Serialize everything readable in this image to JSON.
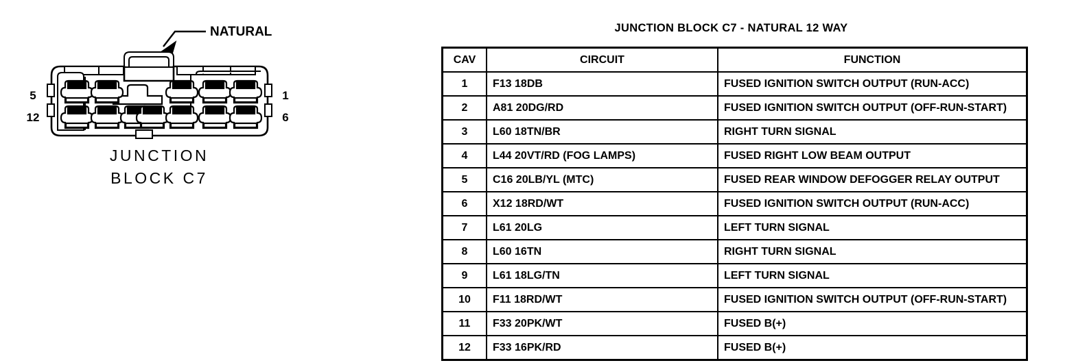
{
  "connector": {
    "callout_label": "NATURAL",
    "caption_line1": "JUNCTION",
    "caption_line2": "BLOCK C7",
    "pin_top_left": "5",
    "pin_bottom_left": "12",
    "pin_top_right": "1",
    "pin_bottom_right": "6"
  },
  "table": {
    "title": "JUNCTION BLOCK C7 - NATURAL 12 WAY",
    "headers": [
      "CAV",
      "CIRCUIT",
      "FUNCTION"
    ],
    "rows": [
      {
        "cav": "1",
        "circuit": "F13 18DB",
        "function": "FUSED IGNITION SWITCH OUTPUT (RUN-ACC)"
      },
      {
        "cav": "2",
        "circuit": "A81 20DG/RD",
        "function": "FUSED IGNITION SWITCH OUTPUT (OFF-RUN-START)"
      },
      {
        "cav": "3",
        "circuit": "L60 18TN/BR",
        "function": "RIGHT TURN SIGNAL"
      },
      {
        "cav": "4",
        "circuit": "L44 20VT/RD (FOG LAMPS)",
        "function": "FUSED RIGHT LOW BEAM OUTPUT"
      },
      {
        "cav": "5",
        "circuit": "C16 20LB/YL (MTC)",
        "function": "FUSED REAR WINDOW DEFOGGER RELAY OUTPUT"
      },
      {
        "cav": "6",
        "circuit": "X12 18RD/WT",
        "function": "FUSED IGNITION SWITCH OUTPUT (RUN-ACC)"
      },
      {
        "cav": "7",
        "circuit": "L61 20LG",
        "function": "LEFT TURN SIGNAL"
      },
      {
        "cav": "8",
        "circuit": "L60 16TN",
        "function": "RIGHT TURN SIGNAL"
      },
      {
        "cav": "9",
        "circuit": "L61 18LG/TN",
        "function": "LEFT TURN SIGNAL"
      },
      {
        "cav": "10",
        "circuit": "F11 18RD/WT",
        "function": "FUSED IGNITION SWITCH OUTPUT (OFF-RUN-START)"
      },
      {
        "cav": "11",
        "circuit": "F33 20PK/WT",
        "function": "FUSED B(+)"
      },
      {
        "cav": "12",
        "circuit": "F33 16PK/RD",
        "function": "FUSED B(+)"
      }
    ]
  }
}
